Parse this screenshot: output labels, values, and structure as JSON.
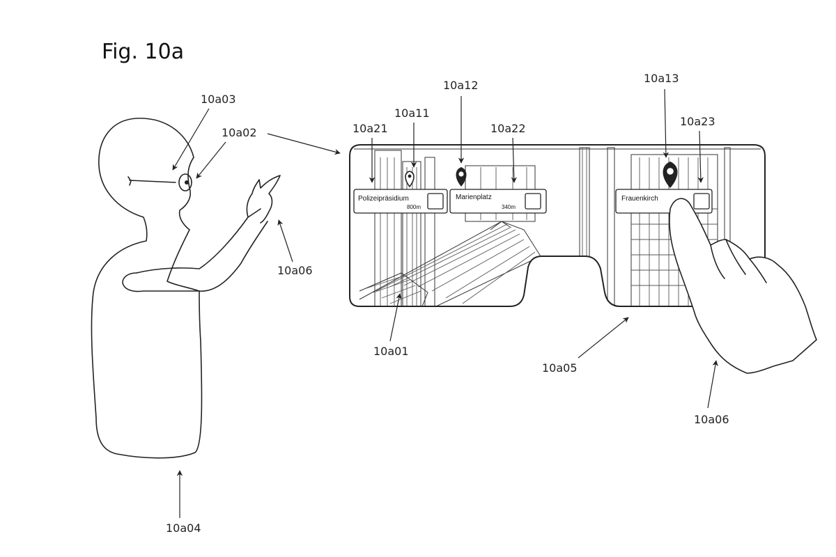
{
  "figure": {
    "title": "Fig. 10a"
  },
  "references": {
    "glasses_view": "10a01",
    "eye": "10a02",
    "glasses": "10a03",
    "user": "10a04",
    "display_frame": "10a05",
    "hand_left": "10a06",
    "hand_right": "10a06",
    "pin_polizei": "10a11",
    "pin_marienplatz": "10a12",
    "pin_frauenkirche": "10a13",
    "label_polizei": "10a21",
    "label_marienplatz": "10a22",
    "label_frauenkirche": "10a23"
  },
  "poi_labels": [
    {
      "name": "Polizeipräsidium",
      "distance": "800m"
    },
    {
      "name": "Marienplatz",
      "distance": "340m"
    },
    {
      "name": "Frauenkirch"
    }
  ],
  "colors": {
    "ink": "#222222",
    "background": "#ffffff"
  },
  "icons": [
    "map-pin-icon",
    "checkbox-icon",
    "pointing-hand-icon"
  ]
}
